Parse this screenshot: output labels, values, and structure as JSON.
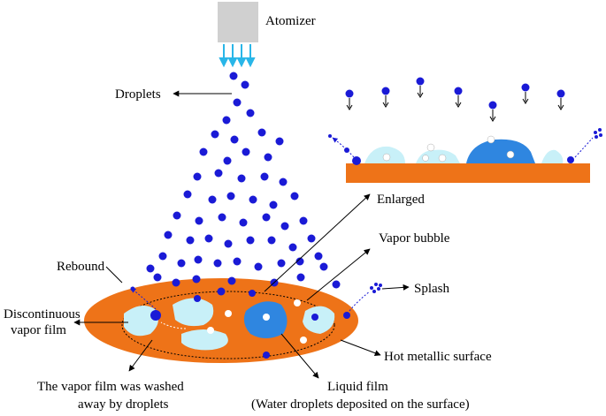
{
  "labels": {
    "atomizer": "Atomizer",
    "droplets": "Droplets",
    "enlarged": "Enlarged",
    "vapor_bubble": "Vapor bubble",
    "rebound": "Rebound",
    "splash": "Splash",
    "discontinuous_1": "Discontinuous",
    "discontinuous_2": "vapor film",
    "hot_surface": "Hot metallic surface",
    "washed_1": "The vapor film was washed",
    "washed_2": "away by droplets",
    "liquid_film_1": "Liquid film",
    "liquid_film_2": "(Water droplets deposited on the surface)"
  },
  "colors": {
    "droplet": "#1a1ad6",
    "surface": "#ee7318",
    "vapor_film": "#c8f0f8",
    "liquid_film": "#2f86e0",
    "atomizer_box": "#d0d0d0",
    "spray_arrow": "#29b6e8"
  }
}
